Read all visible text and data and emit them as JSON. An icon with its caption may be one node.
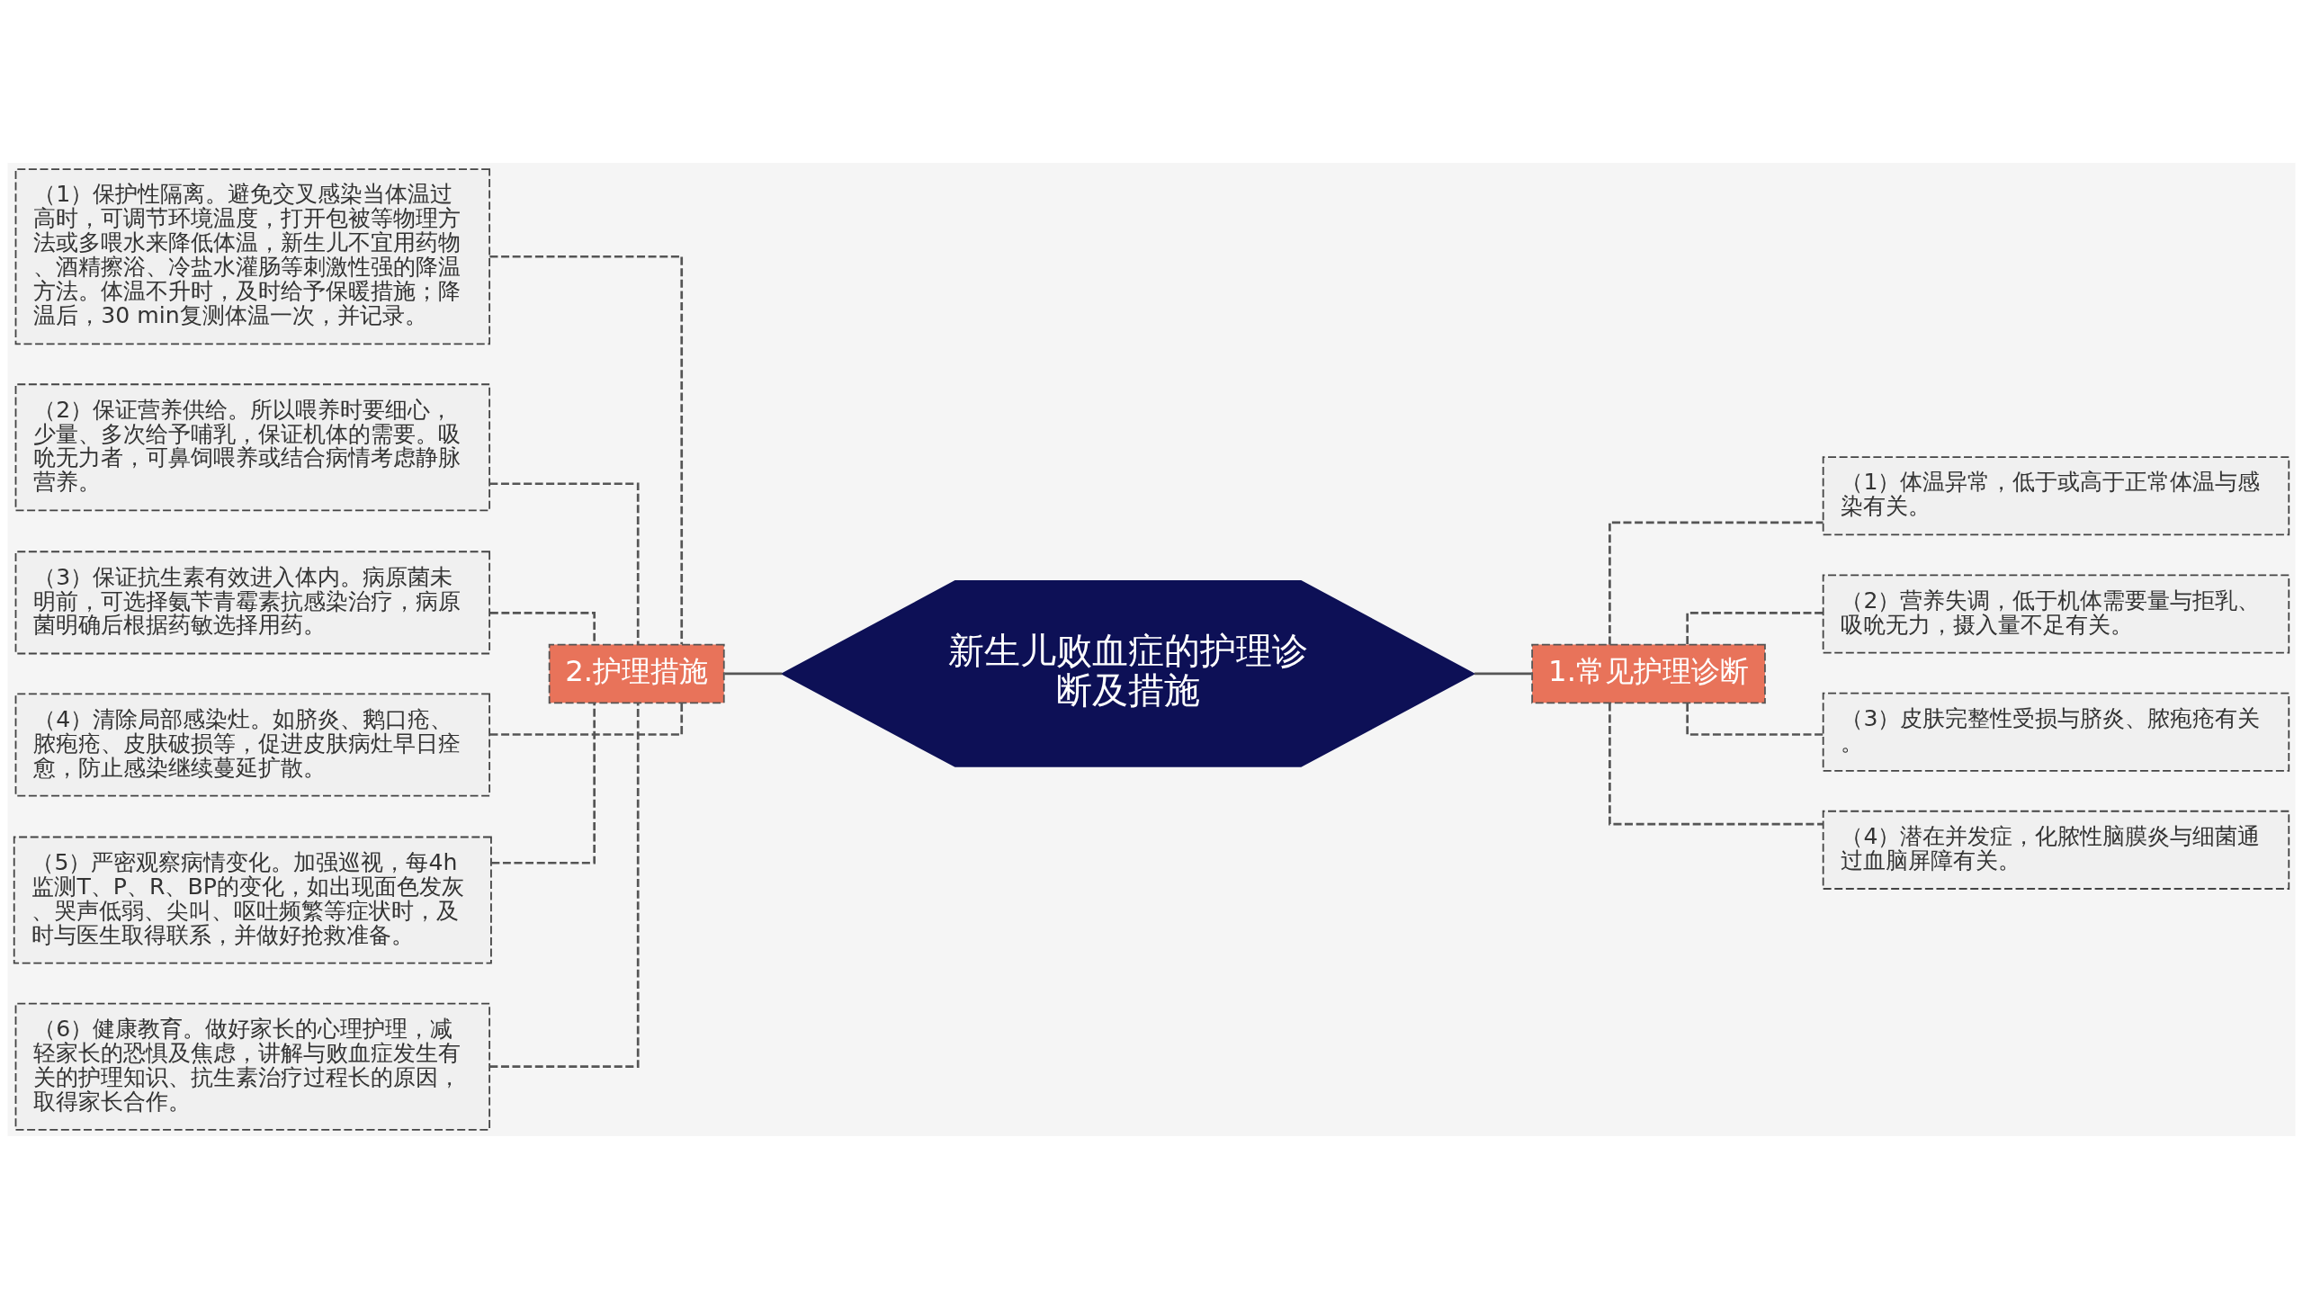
{
  "diagram": {
    "nodes": [
      {
        "text": [
          "新生儿败血症的护理诊断及措施"
        ]
      },
      {
        "text": [
          "1.常见护理诊断"
        ]
      },
      {
        "text": [
          "（1）体温异常，低于或高于正常体温与感染有关。"
        ]
      },
      {
        "text": [
          "（2）营养失调，低于机体需要量与拒乳、吸吮无力，摄入量不足有关。"
        ]
      },
      {
        "text": [
          "（3）皮肤完整性受损与脐炎、脓疱疮有关。"
        ]
      },
      {
        "text": [
          "（4）潜在并发症，化脓性脑膜炎与细菌通过血脑屏障有关。"
        ]
      },
      {
        "text": [
          "2.护理措施"
        ]
      },
      {
        "text": [
          "（1）保护性隔离。避免交叉感染当体温过高时，可调节环境温度，打开包被等物理方法或多喂水来降低体温，新生儿不宜用药物、酒精擦浴、冷盐水灌肠等刺激性强的降温方法。体温不升时，及时给予保暖措施；降温后，30 min复测体温一次，并记录。"
        ]
      },
      {
        "text": [
          "（2）保证营养供给。所以喂养时要细心，少量、多次给予哺乳，保证机体的需要。吸吮无力者，可鼻饲喂养或结合病情考虑静脉营养。"
        ]
      },
      {
        "text": [
          "（3）保证抗生素有效进入体内。病原菌未明前，可选择氨苄青霉素抗感染治疗，病原菌明确后根据药敏选择用药。"
        ]
      },
      {
        "text": [
          "（4）清除局部感染灶。如脐炎、鹅口疮、脓疱疮、皮肤破损等，促进皮肤病灶早日痊愈，防止感染继续蔓延扩散。"
        ]
      },
      {
        "text": [
          "（5）严密观察病情变化。加强巡视，每4h监测T、P、R、BP的变化，如出现面色发灰、哭声低弱、尖叫、呕吐频繁等症状时，及时与医生取得联系，并做好抢救准备。"
        ]
      },
      {
        "text": [
          "（6）健康教育。做好家长的心理护理，减轻家长的恐惧及焦虑，讲解与败血症发生有关的护理知识、抗生素治疗过程长的原因，取得家长合作。"
        ]
      }
    ],
    "edges": [
      {
        "from": 0,
        "to": 1,
        "arrow": "none"
      },
      {
        "from": 1,
        "to": 2,
        "arrow": "none",
        "style": "dashed"
      },
      {
        "from": 1,
        "to": 3,
        "arrow": "none",
        "style": "dashed"
      },
      {
        "from": 1,
        "to": 4,
        "arrow": "none",
        "style": "dashed"
      },
      {
        "from": 1,
        "to": 5,
        "arrow": "none",
        "style": "dashed"
      },
      {
        "from": 0,
        "to": 6,
        "arrow": "none"
      },
      {
        "from": 6,
        "to": 7,
        "arrow": "none",
        "style": "dashed"
      },
      {
        "from": 6,
        "to": 8,
        "arrow": "none",
        "style": "dashed"
      },
      {
        "from": 6,
        "to": 9,
        "arrow": "none",
        "style": "dashed"
      },
      {
        "from": 6,
        "to": 10,
        "arrow": "none",
        "style": "dashed"
      },
      {
        "from": 6,
        "to": 11,
        "arrow": "none",
        "style": "dashed"
      },
      {
        "from": 6,
        "to": 12,
        "arrow": "none",
        "style": "dashed"
      }
    ]
  }
}
